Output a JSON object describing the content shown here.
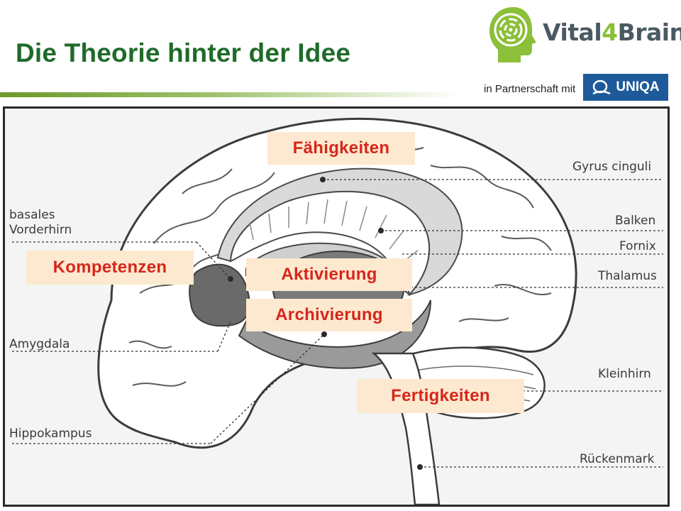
{
  "header": {
    "title": "Die Theorie hinter der Idee"
  },
  "logo": {
    "brand_part1": "Vital",
    "brand_accent": "4",
    "brand_part2": "Brain",
    "partner_text": "in Partnerschaft mit",
    "partner_brand": "UNIQA",
    "brand_color": "#8cbf3a",
    "partner_color": "#1e5a9a"
  },
  "diagram": {
    "anatomy_labels": {
      "gyrus_cinguli": "Gyrus cinguli",
      "balken": "Balken",
      "fornix": "Fornix",
      "thalamus": "Thalamus",
      "basales_vorderhirn": "basales\nVorderhirn",
      "amygdala": "Amygdala",
      "kleinhirn": "Kleinhirn",
      "hippokampus": "Hippokampus",
      "rueckenmark": "Rückenmark"
    },
    "concept_labels": {
      "faehigkeiten": "Fähigkeiten",
      "kompetenzen": "Kompetenzen",
      "aktivierung": "Aktivierung",
      "archivierung": "Archivierung",
      "fertigkeiten": "Fertigkeiten"
    },
    "colors": {
      "label_text": "#d6261b",
      "label_background": "#fde9cf",
      "title": "#1f6b2a"
    }
  }
}
